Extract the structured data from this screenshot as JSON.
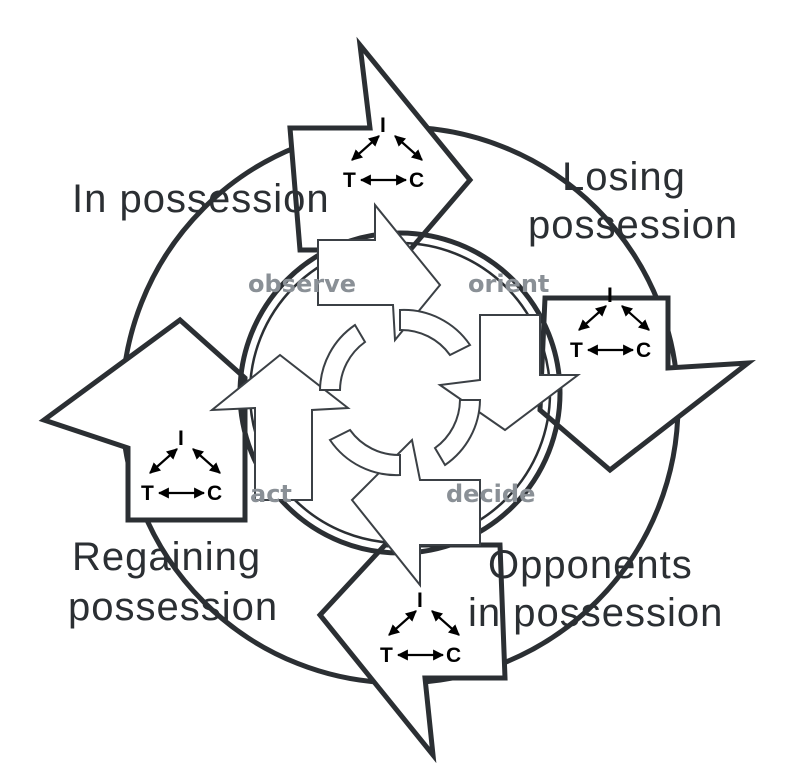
{
  "diagram": {
    "outer_phases": [
      {
        "id": "in-possession",
        "lines": [
          "In possession"
        ]
      },
      {
        "id": "losing-possession",
        "lines": [
          "Losing",
          "possession"
        ]
      },
      {
        "id": "opponents-in-possession",
        "lines": [
          "Opponents",
          "in possession"
        ]
      },
      {
        "id": "regaining-possession",
        "lines": [
          "Regaining",
          "possession"
        ]
      }
    ],
    "ooda": {
      "observe": "observe",
      "orient": "orient",
      "decide": "decide",
      "act": "act"
    },
    "tic": {
      "top": "I",
      "left": "T",
      "right": "C"
    },
    "colors": {
      "outline": "#2b2f33",
      "inner_text": "#8a9096",
      "background": "#ffffff"
    }
  }
}
